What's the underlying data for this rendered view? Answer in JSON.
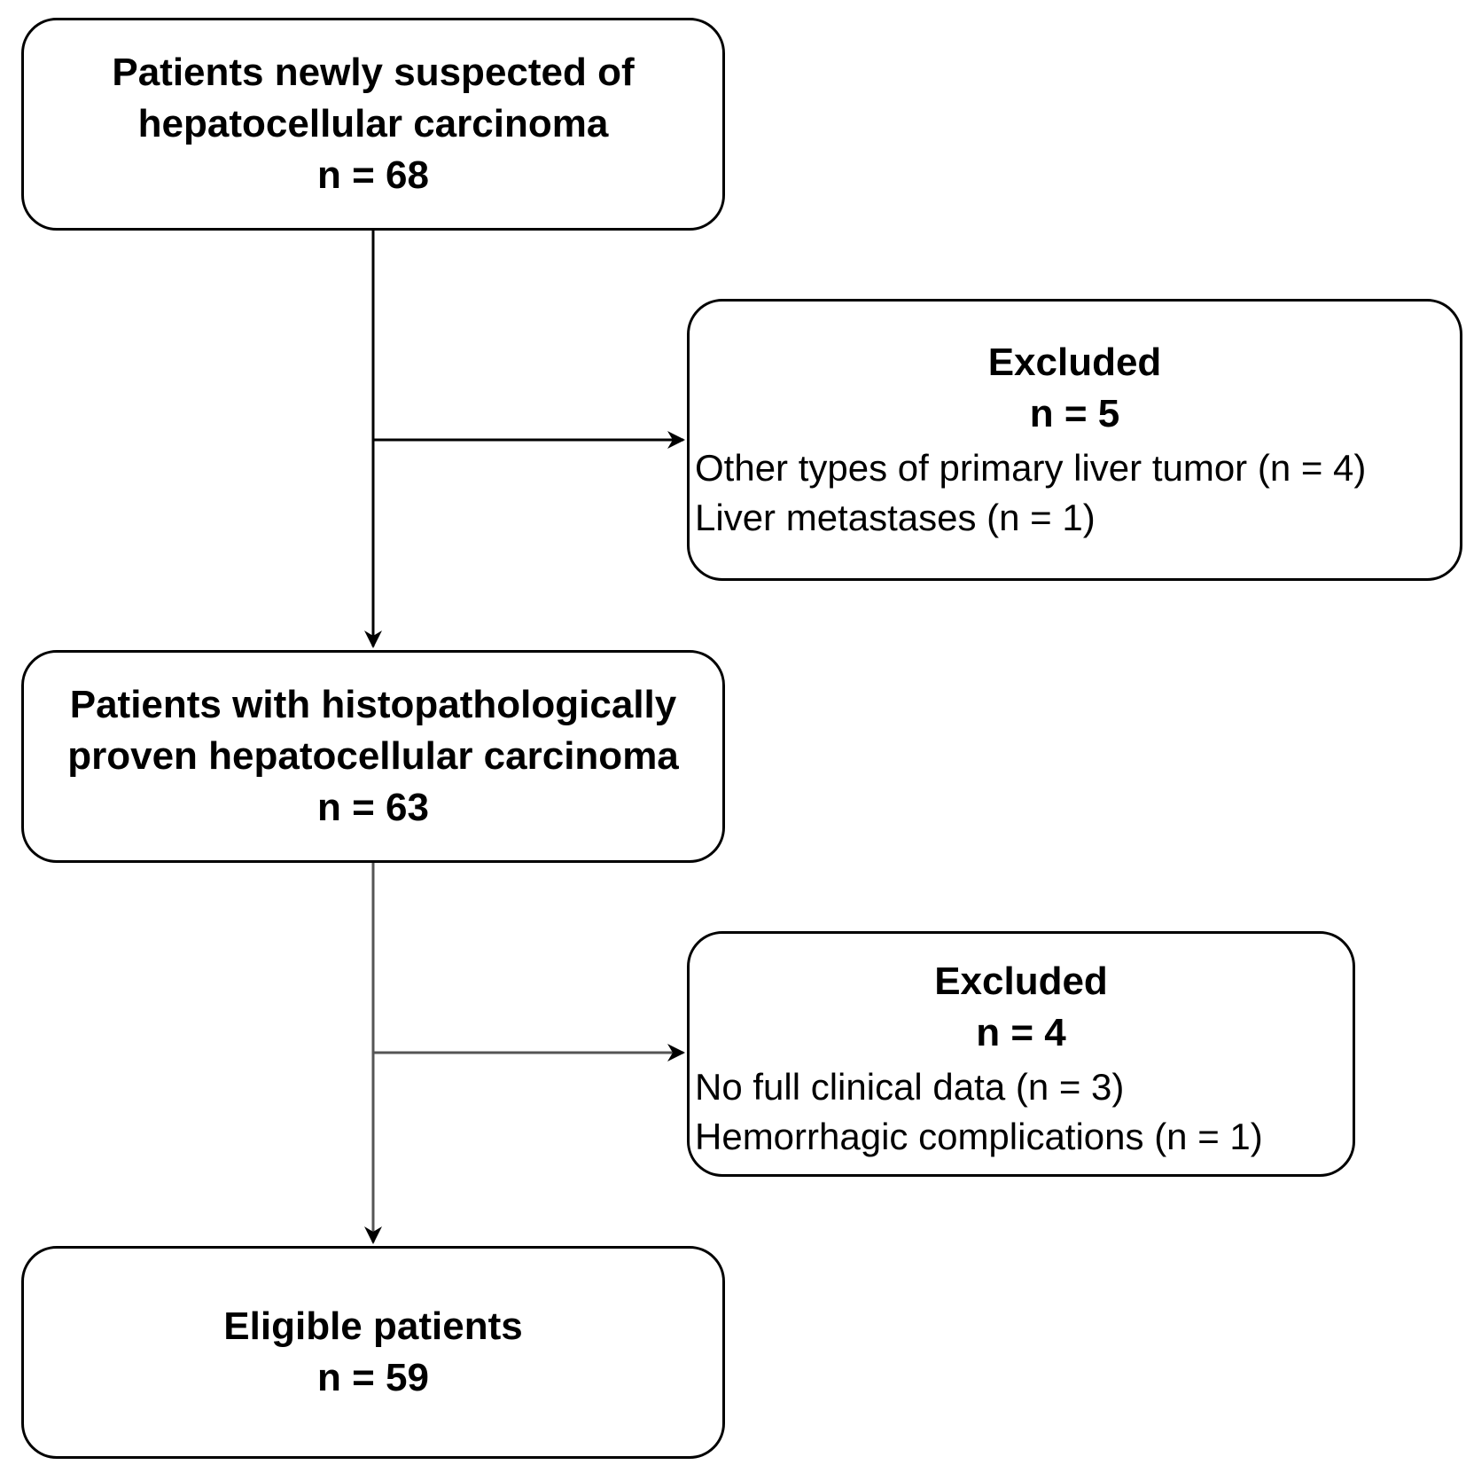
{
  "boxes": {
    "start": {
      "lines": [
        "Patients newly suspected of",
        "hepatocellular carcinoma"
      ],
      "count": "n = 68"
    },
    "histopathology": {
      "lines": [
        "Patients with histopathologically",
        "proven hepatocellular carcinoma"
      ],
      "count": "n = 63"
    },
    "eligible": {
      "lines": [
        "Eligible patients"
      ],
      "count": "n = 59"
    }
  },
  "exclusions": [
    {
      "title": "Excluded",
      "count": "n = 5",
      "reasons": [
        "Other types of primary liver tumor (n = 4)",
        "Liver metastases (n = 1)"
      ]
    },
    {
      "title": "Excluded",
      "count": "n = 4",
      "reasons": [
        "No full clinical data (n = 3)",
        "Hemorrhagic complications (n = 1)"
      ]
    }
  ],
  "colors": {
    "stroke": "#000000",
    "second_stem": "#555555",
    "background": "#ffffff"
  }
}
